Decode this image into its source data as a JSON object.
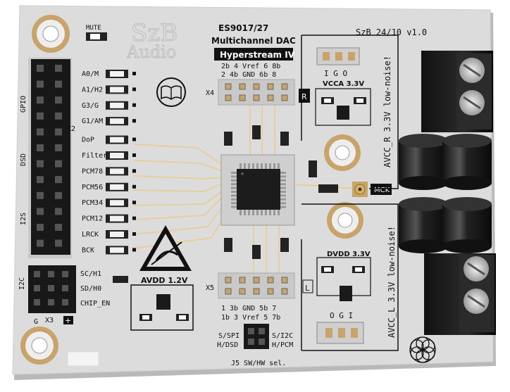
{
  "board": {
    "brand_line1": "SzB",
    "brand_line2": "Audio",
    "version": "SzB 24/10 v1.0",
    "chip_name": "ES9017/27",
    "chip_desc": "Multichannel DAC",
    "badge": "Hyperstream IV"
  },
  "labels": {
    "mute": "MUTE",
    "x2": "X2",
    "x3": "X3",
    "x4": "X4",
    "x5": "X5",
    "gpio": "GPIO",
    "dsd": "DSD",
    "i2s": "I2S",
    "i2c": "I2C",
    "g": "G",
    "plus": "+",
    "mck": "MCK",
    "r_mark": "R",
    "l_mark": "L"
  },
  "left_pins": [
    "A0/M",
    "A1/H2",
    "G3/G",
    "G1/AM",
    "DoP",
    "Filter",
    "PCM78",
    "PCM56",
    "PCM34",
    "PCM12",
    "LRCK",
    "BCK"
  ],
  "i2c_pins": [
    "SC/H1",
    "SD/H0",
    "CHIP_EN"
  ],
  "x4": {
    "top_row": "2b  4  Vref  6  8b",
    "bottom_row": "2  4b  GND  6b  8"
  },
  "x5": {
    "top_row": "1  3b  GND  5b  7",
    "bottom_row": "1b  3  Vref  5  7b"
  },
  "regulators": {
    "vcca": "VCCA 3.3V",
    "dvdd": "DVDD 3.3V",
    "avdd": "AVDD 1.2V",
    "avcc_r": "AVCC_R 3.3V low-noise!",
    "avcc_l": "AVCC_L 3.3V low-noise!",
    "ogi_top": "I  G  O",
    "ogi_bottom": "O  G  I"
  },
  "j5": {
    "left_top": "S/SPI",
    "left_bottom": "H/DSD",
    "right_top": "S/I2C",
    "right_bottom": "H/PCM",
    "caption": "J5 SW/HW sel."
  },
  "colors": {
    "pcb": "#dcdcdc",
    "silkscreen": "#111111",
    "header": "#1a1a1a",
    "pad": "#c8a46a",
    "trace": "#e8d2a0"
  }
}
